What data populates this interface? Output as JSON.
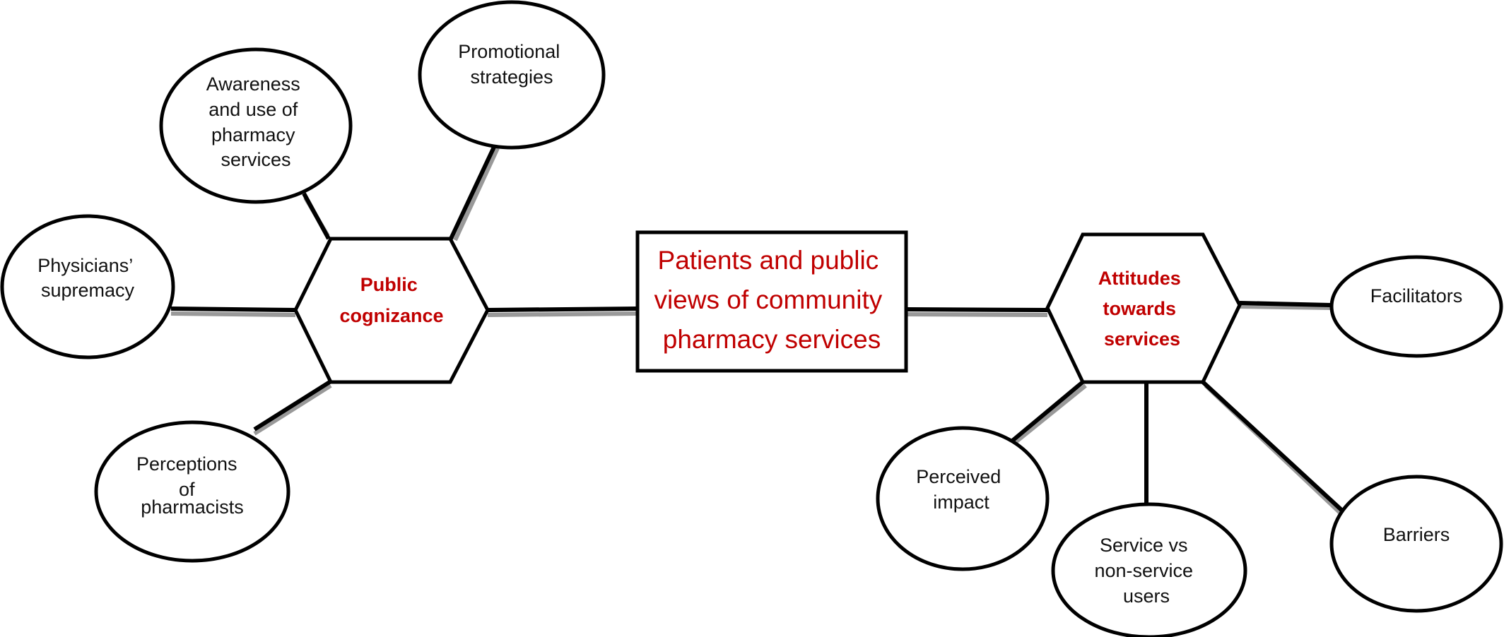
{
  "center": {
    "lines": [
      "Patients and public",
      "views of community",
      "pharmacy services"
    ]
  },
  "hubs": {
    "left": {
      "lines": [
        "Public",
        "cognizance"
      ]
    },
    "right": {
      "lines": [
        "Attitudes",
        "towards",
        "services"
      ]
    }
  },
  "nodes": {
    "awareness": {
      "lines": [
        "Awareness",
        "and use of",
        "pharmacy",
        "services"
      ]
    },
    "promotional": {
      "lines": [
        "Promotional",
        "strategies"
      ]
    },
    "physicians": {
      "lines": [
        "Physicians’",
        "supremacy"
      ]
    },
    "perceptions": {
      "lines": [
        "Perceptions",
        "of",
        "pharmacists"
      ]
    },
    "facilitators": {
      "lines": [
        "Facilitators"
      ]
    },
    "perceived_impact": {
      "lines": [
        "Perceived",
        "impact"
      ]
    },
    "service_users": {
      "lines": [
        "Service vs",
        "non-service",
        "users"
      ]
    },
    "barriers": {
      "lines": [
        "Barriers"
      ]
    }
  },
  "colors": {
    "accent_text": "#c00000",
    "outline": "#000000",
    "body_text": "#111111"
  }
}
